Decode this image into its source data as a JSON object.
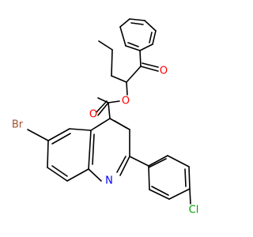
{
  "atoms": [
    {
      "name": "atom-br",
      "label": "Br",
      "color": "#a0522d"
    },
    {
      "name": "atom-n",
      "label": "N",
      "color": "#0000ff"
    },
    {
      "name": "atom-cl",
      "label": "Cl",
      "color": "#00a000"
    },
    {
      "name": "atom-o-ester",
      "label": "O",
      "color": "#ff0000"
    },
    {
      "name": "atom-o-carbonyl",
      "label": "O",
      "color": "#ff0000"
    },
    {
      "name": "atom-o-ketone",
      "label": "O",
      "color": "#ff0000"
    }
  ],
  "colors": {
    "bond": "#000000",
    "background": "#ffffff"
  }
}
